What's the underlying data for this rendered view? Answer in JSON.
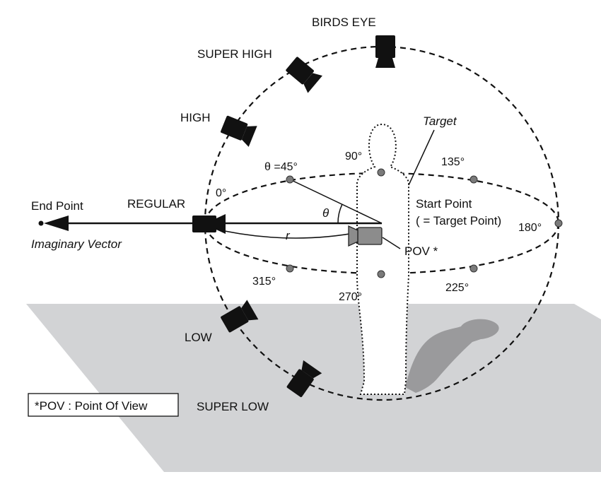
{
  "camera_labels": {
    "birds_eye": "BIRDS EYE",
    "super_high": "SUPER HIGH",
    "high": "HIGH",
    "regular": "REGULAR",
    "low": "LOW",
    "super_low": "SUPER LOW"
  },
  "angles": {
    "a0": "0°",
    "a45": "θ =45°",
    "a90": "90°",
    "a135": "135°",
    "a180": "180°",
    "a225": "225°",
    "a270": "270°",
    "a315": "315°"
  },
  "labels": {
    "end_point": "End Point",
    "imaginary_vector": "Imaginary Vector",
    "target": "Target",
    "start_point_line1": "Start Point",
    "start_point_line2": "( = Target Point)",
    "pov": "POV *",
    "theta": "θ",
    "radius": "r"
  },
  "legend": {
    "note": "*POV : Point Of View"
  },
  "colors": {
    "floor": "#d2d3d5",
    "shadow": "#9a9a9c",
    "camera": "#111111",
    "pov_camera": "#8c8c8c",
    "dot": "#7a7a7a"
  }
}
